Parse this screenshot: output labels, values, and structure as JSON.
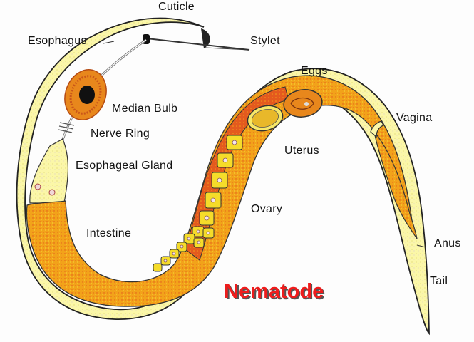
{
  "diagram": {
    "title": "Nematode",
    "colors": {
      "cuticle": "#fbf7a8",
      "intestine": "#f2a21a",
      "ovary_wall": "#e0501c",
      "ovary_cells": "#f5dc2a",
      "outline": "#222222",
      "title": "#ee1c1c"
    },
    "labels": {
      "cuticle": "Cuticle",
      "esophagus": "Esophagus",
      "stylet": "Stylet",
      "eggs": "Eggs",
      "median_bulb": "Median Bulb",
      "vagina": "Vagina",
      "nerve_ring": "Nerve Ring",
      "uterus": "Uterus",
      "esophageal_gland": "Esophageal Gland",
      "ovary": "Ovary",
      "intestine": "Intestine",
      "anus": "Anus",
      "tail": "Tail"
    }
  }
}
